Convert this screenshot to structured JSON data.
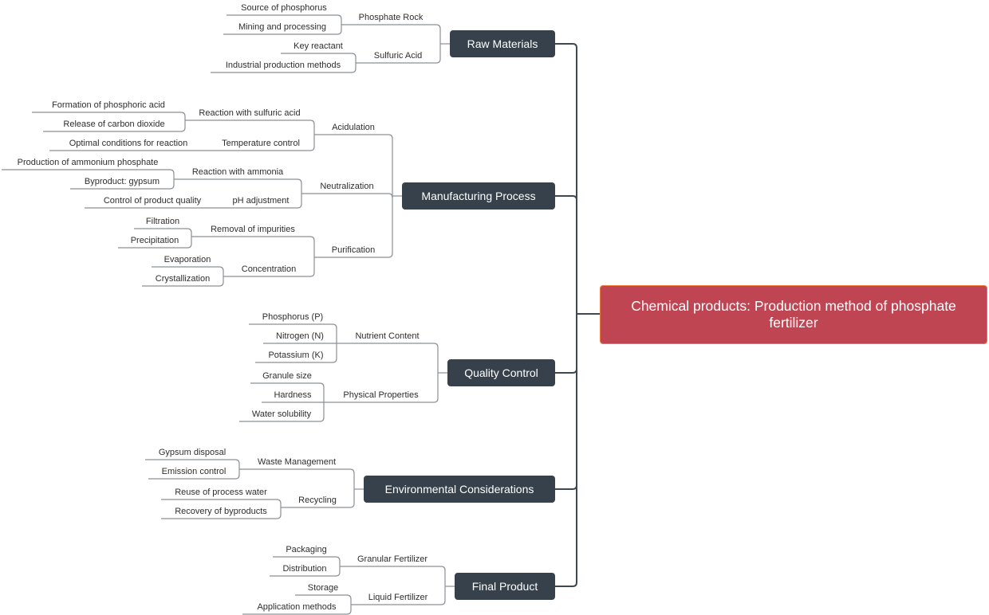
{
  "root": {
    "title": "Chemical products: Production method of phosphate fertilizer"
  },
  "branches": [
    {
      "label": "Raw Materials",
      "children": [
        {
          "label": "Phosphate Rock",
          "children": [
            {
              "label": "Source of phosphorus"
            },
            {
              "label": "Mining and processing"
            }
          ]
        },
        {
          "label": "Sulfuric Acid",
          "children": [
            {
              "label": "Key reactant"
            },
            {
              "label": "Industrial production methods"
            }
          ]
        }
      ]
    },
    {
      "label": "Manufacturing Process",
      "children": [
        {
          "label": "Acidulation",
          "children": [
            {
              "label": "Reaction with sulfuric acid",
              "children": [
                {
                  "label": "Formation of phosphoric acid"
                },
                {
                  "label": "Release of carbon dioxide"
                }
              ]
            },
            {
              "label": "Temperature control",
              "children": [
                {
                  "label": "Optimal conditions for reaction"
                }
              ]
            }
          ]
        },
        {
          "label": "Neutralization",
          "children": [
            {
              "label": "Reaction with ammonia",
              "children": [
                {
                  "label": "Production of ammonium phosphate"
                },
                {
                  "label": "Byproduct: gypsum"
                }
              ]
            },
            {
              "label": "pH adjustment",
              "children": [
                {
                  "label": "Control of product quality"
                }
              ]
            }
          ]
        },
        {
          "label": "Purification",
          "children": [
            {
              "label": "Removal of impurities",
              "children": [
                {
                  "label": "Filtration"
                },
                {
                  "label": "Precipitation"
                }
              ]
            },
            {
              "label": "Concentration",
              "children": [
                {
                  "label": "Evaporation"
                },
                {
                  "label": "Crystallization"
                }
              ]
            }
          ]
        }
      ]
    },
    {
      "label": "Quality Control",
      "children": [
        {
          "label": "Nutrient Content",
          "children": [
            {
              "label": "Phosphorus (P)"
            },
            {
              "label": "Nitrogen (N)"
            },
            {
              "label": "Potassium (K)"
            }
          ]
        },
        {
          "label": "Physical Properties",
          "children": [
            {
              "label": "Granule size"
            },
            {
              "label": "Hardness"
            },
            {
              "label": "Water solubility"
            }
          ]
        }
      ]
    },
    {
      "label": "Environmental Considerations",
      "children": [
        {
          "label": "Waste Management",
          "children": [
            {
              "label": "Gypsum disposal"
            },
            {
              "label": "Emission control"
            }
          ]
        },
        {
          "label": "Recycling",
          "children": [
            {
              "label": "Reuse of process water"
            },
            {
              "label": "Recovery of byproducts"
            }
          ]
        }
      ]
    },
    {
      "label": "Final Product",
      "children": [
        {
          "label": "Granular Fertilizer",
          "children": [
            {
              "label": "Packaging"
            },
            {
              "label": "Distribution"
            }
          ]
        },
        {
          "label": "Liquid Fertilizer",
          "children": [
            {
              "label": "Storage"
            },
            {
              "label": "Application methods"
            }
          ]
        }
      ]
    }
  ],
  "colors": {
    "root_fill": "#c04553",
    "root_border": "#f07a3c",
    "branch_fill": "#36414b",
    "spine": "#3d4852",
    "link": "#8b9095"
  }
}
